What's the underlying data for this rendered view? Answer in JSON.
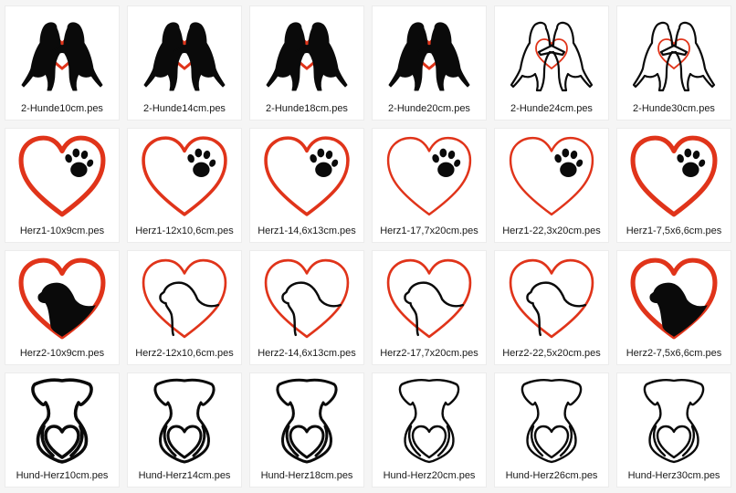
{
  "colors": {
    "heart_red": "#e0341a",
    "stitch_black": "#0a0a0a",
    "background": "#f5f5f5",
    "cell_background": "#ffffff"
  },
  "files": [
    {
      "name": "2-Hunde10cm.pes",
      "design": "two-dogs",
      "style": "filled"
    },
    {
      "name": "2-Hunde14cm.pes",
      "design": "two-dogs",
      "style": "filled"
    },
    {
      "name": "2-Hunde18cm.pes",
      "design": "two-dogs",
      "style": "filled"
    },
    {
      "name": "2-Hunde20cm.pes",
      "design": "two-dogs",
      "style": "filled"
    },
    {
      "name": "2-Hunde24cm.pes",
      "design": "two-dogs",
      "style": "outline"
    },
    {
      "name": "2-Hunde30cm.pes",
      "design": "two-dogs",
      "style": "outline"
    },
    {
      "name": "Herz1-10x9cm.pes",
      "design": "heart-paw",
      "style": "thick"
    },
    {
      "name": "Herz1-12x10,6cm.pes",
      "design": "heart-paw",
      "style": "medium"
    },
    {
      "name": "Herz1-14,6x13cm.pes",
      "design": "heart-paw",
      "style": "medium"
    },
    {
      "name": "Herz1-17,7x20cm.pes",
      "design": "heart-paw",
      "style": "thin"
    },
    {
      "name": "Herz1-22,3x20cm.pes",
      "design": "heart-paw",
      "style": "thin"
    },
    {
      "name": "Herz1-7,5x6,6cm.pes",
      "design": "heart-paw",
      "style": "thick"
    },
    {
      "name": "Herz2-10x9cm.pes",
      "design": "heart-dog",
      "style": "filled"
    },
    {
      "name": "Herz2-12x10,6cm.pes",
      "design": "heart-dog",
      "style": "outline"
    },
    {
      "name": "Herz2-14,6x13cm.pes",
      "design": "heart-dog",
      "style": "outline"
    },
    {
      "name": "Herz2-17,7x20cm.pes",
      "design": "heart-dog",
      "style": "outline"
    },
    {
      "name": "Herz2-22,5x20cm.pes",
      "design": "heart-dog",
      "style": "outline"
    },
    {
      "name": "Herz2-7,5x6,6cm.pes",
      "design": "heart-dog",
      "style": "filled"
    },
    {
      "name": "Hund-Herz10cm.pes",
      "design": "dog-heart",
      "style": "thick"
    },
    {
      "name": "Hund-Herz14cm.pes",
      "design": "dog-heart",
      "style": "medium"
    },
    {
      "name": "Hund-Herz18cm.pes",
      "design": "dog-heart",
      "style": "medium"
    },
    {
      "name": "Hund-Herz20cm.pes",
      "design": "dog-heart",
      "style": "thin"
    },
    {
      "name": "Hund-Herz26cm.pes",
      "design": "dog-heart",
      "style": "thin"
    },
    {
      "name": "Hund-Herz30cm.pes",
      "design": "dog-heart",
      "style": "thin"
    }
  ]
}
